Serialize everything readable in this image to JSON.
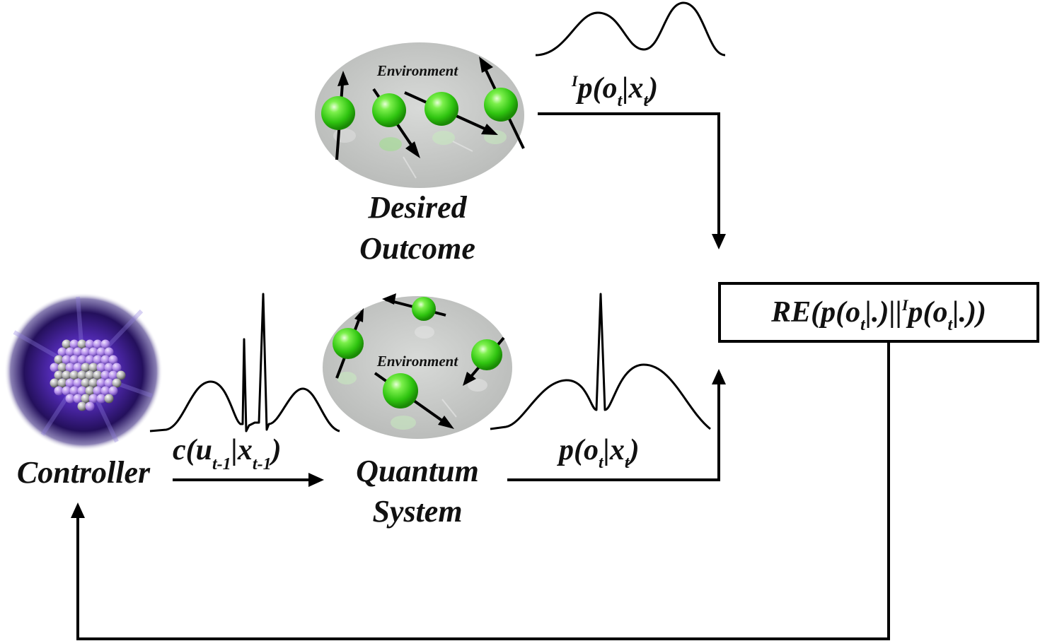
{
  "controller": {
    "label": "Controller"
  },
  "desired_outcome": {
    "label_line1": "Desired",
    "label_line2": "Outcome",
    "environment_label": "Environment",
    "distribution_prefix": "I",
    "distribution_body": "p(o",
    "distribution_sub1": "t",
    "distribution_mid": "|x",
    "distribution_sub2": "t",
    "distribution_end": ")"
  },
  "quantum_system": {
    "label_line1": "Quantum",
    "label_line2": "System",
    "environment_label": "Environment",
    "distribution_body": "p(o",
    "distribution_sub1": "t",
    "distribution_mid": "|x",
    "distribution_sub2": "t",
    "distribution_end": ")"
  },
  "control_signal": {
    "body": "c(u",
    "sub1": "t-1",
    "mid": "|x",
    "sub2": "t-1",
    "end": ")"
  },
  "relative_entropy_box": {
    "part1": "RE(p(o",
    "sub1": "t",
    "part2": "|.)||",
    "sup": "I",
    "part3": "p(o",
    "sub2": "t",
    "part4": "|.))"
  },
  "colors": {
    "spin_green": "#39e01a",
    "bubble_grey": "#c4c6c4",
    "controller_glow": "#3a1a8a",
    "line": "#000000"
  }
}
